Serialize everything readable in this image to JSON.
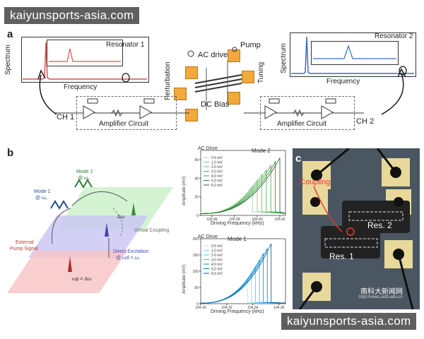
{
  "banner_top": "kaiyunsports-asia.com",
  "banner_bottom": "kaiyunsports-asia.com",
  "panel_a": {
    "label": "a",
    "left_plot": {
      "ylabel": "Spectrum",
      "xlabel": "Frequency",
      "inset_title": "Resonator 1"
    },
    "right_plot": {
      "ylabel": "Spectrum",
      "xlabel": "Frequency",
      "inset_title": "Resonator 2"
    },
    "center": {
      "ac_drive": "AC drive",
      "pump": "Pump",
      "perturbation": "Perturbation",
      "tuning": "Tuning",
      "dc_bias": "DC Bias"
    },
    "amp_left": "Amplifier Circuit",
    "amp_right": "Amplifier Circuit",
    "ch1": "CH 1",
    "ch2": "CH 2"
  },
  "panel_b": {
    "label": "b",
    "mode2": "Mode 2",
    "mode2_freq": "@ ω₂",
    "mode1": "Mode 1",
    "mode1_freq": "@ ω₁",
    "delta": "Δω",
    "virtual": "Virtual Coupling",
    "external": "External",
    "pump_signal": "Pump Signal",
    "direct": "Direct Excitation",
    "direct_freq": "@ ωd = ω₁",
    "wp": "ωp = Δω"
  },
  "chart_top": {
    "title": "Mode 2",
    "legend_title": "AC Drive",
    "legend": [
      "0.5 mV",
      "1.0 mV",
      "2.0 mV",
      "3.0 mV",
      "4.0 mV",
      "5.0 mV",
      "6.0 mV"
    ],
    "ylabel": "Amplitude (mV)",
    "xlabel": "Driving Frequency (kHz)",
    "xticks": [
      "105.56",
      "105.58",
      "105.60",
      "105.62"
    ],
    "yticks": [
      "0",
      "20",
      "40",
      "60"
    ]
  },
  "chart_bottom": {
    "title": "Mode 1",
    "legend_title": "AC Drive",
    "legend": [
      "0.5 mV",
      "1.0 mV",
      "2.0 mV",
      "3.0 mV",
      "4.0 mV",
      "5.0 mV",
      "6.0 mV"
    ],
    "ylabel": "Amplitude (mV)",
    "xlabel": "Driving Frequency (kHz)",
    "xticks": [
      "104.30",
      "104.32",
      "104.34",
      "104.36"
    ],
    "yticks": [
      "0",
      "50",
      "100",
      "150",
      "200"
    ]
  },
  "chart_data": [
    {
      "type": "line",
      "title": "Mode 2",
      "xlabel": "Driving Frequency (kHz)",
      "ylabel": "Amplitude (mV)",
      "xlim": [
        105.55,
        105.625
      ],
      "ylim": [
        0,
        70
      ],
      "series": [
        {
          "name": "0.5 mV",
          "jump": 105.596,
          "peak": 32
        },
        {
          "name": "1.0 mV",
          "jump": 105.6,
          "peak": 38
        },
        {
          "name": "2.0 mV",
          "jump": 105.604,
          "peak": 44
        },
        {
          "name": "3.0 mV",
          "jump": 105.608,
          "peak": 49
        },
        {
          "name": "4.0 mV",
          "jump": 105.612,
          "peak": 54
        },
        {
          "name": "5.0 mV",
          "jump": 105.616,
          "peak": 58
        },
        {
          "name": "6.0 mV",
          "jump": 105.62,
          "peak": 62
        }
      ]
    },
    {
      "type": "line",
      "title": "Mode 1",
      "xlabel": "Driving Frequency (kHz)",
      "ylabel": "Amplitude (mV)",
      "xlim": [
        104.3,
        104.365
      ],
      "ylim": [
        0,
        200
      ],
      "series": [
        {
          "name": "0.5 mV",
          "jump": 104.336,
          "peak": 70
        },
        {
          "name": "1.0 mV",
          "jump": 104.339,
          "peak": 95
        },
        {
          "name": "2.0 mV",
          "jump": 104.342,
          "peak": 115
        },
        {
          "name": "3.0 mV",
          "jump": 104.345,
          "peak": 135
        },
        {
          "name": "4.0 mV",
          "jump": 104.348,
          "peak": 155
        },
        {
          "name": "5.0 mV",
          "jump": 104.351,
          "peak": 170
        },
        {
          "name": "6.0 mV",
          "jump": 104.354,
          "peak": 185
        }
      ]
    }
  ],
  "panel_c": {
    "label": "c",
    "coupling": "Coupling",
    "res2": "Res. 2",
    "res1": "Res. 1",
    "watermark": "南科大新闻网",
    "watermark_url": "http://news.ustb.edu.cn"
  },
  "colors": {
    "banner": "#5f5f5f",
    "pad": "#f2a93a",
    "spectrum_left": "#d9534f",
    "spectrum_right": "#3a6fbf"
  }
}
